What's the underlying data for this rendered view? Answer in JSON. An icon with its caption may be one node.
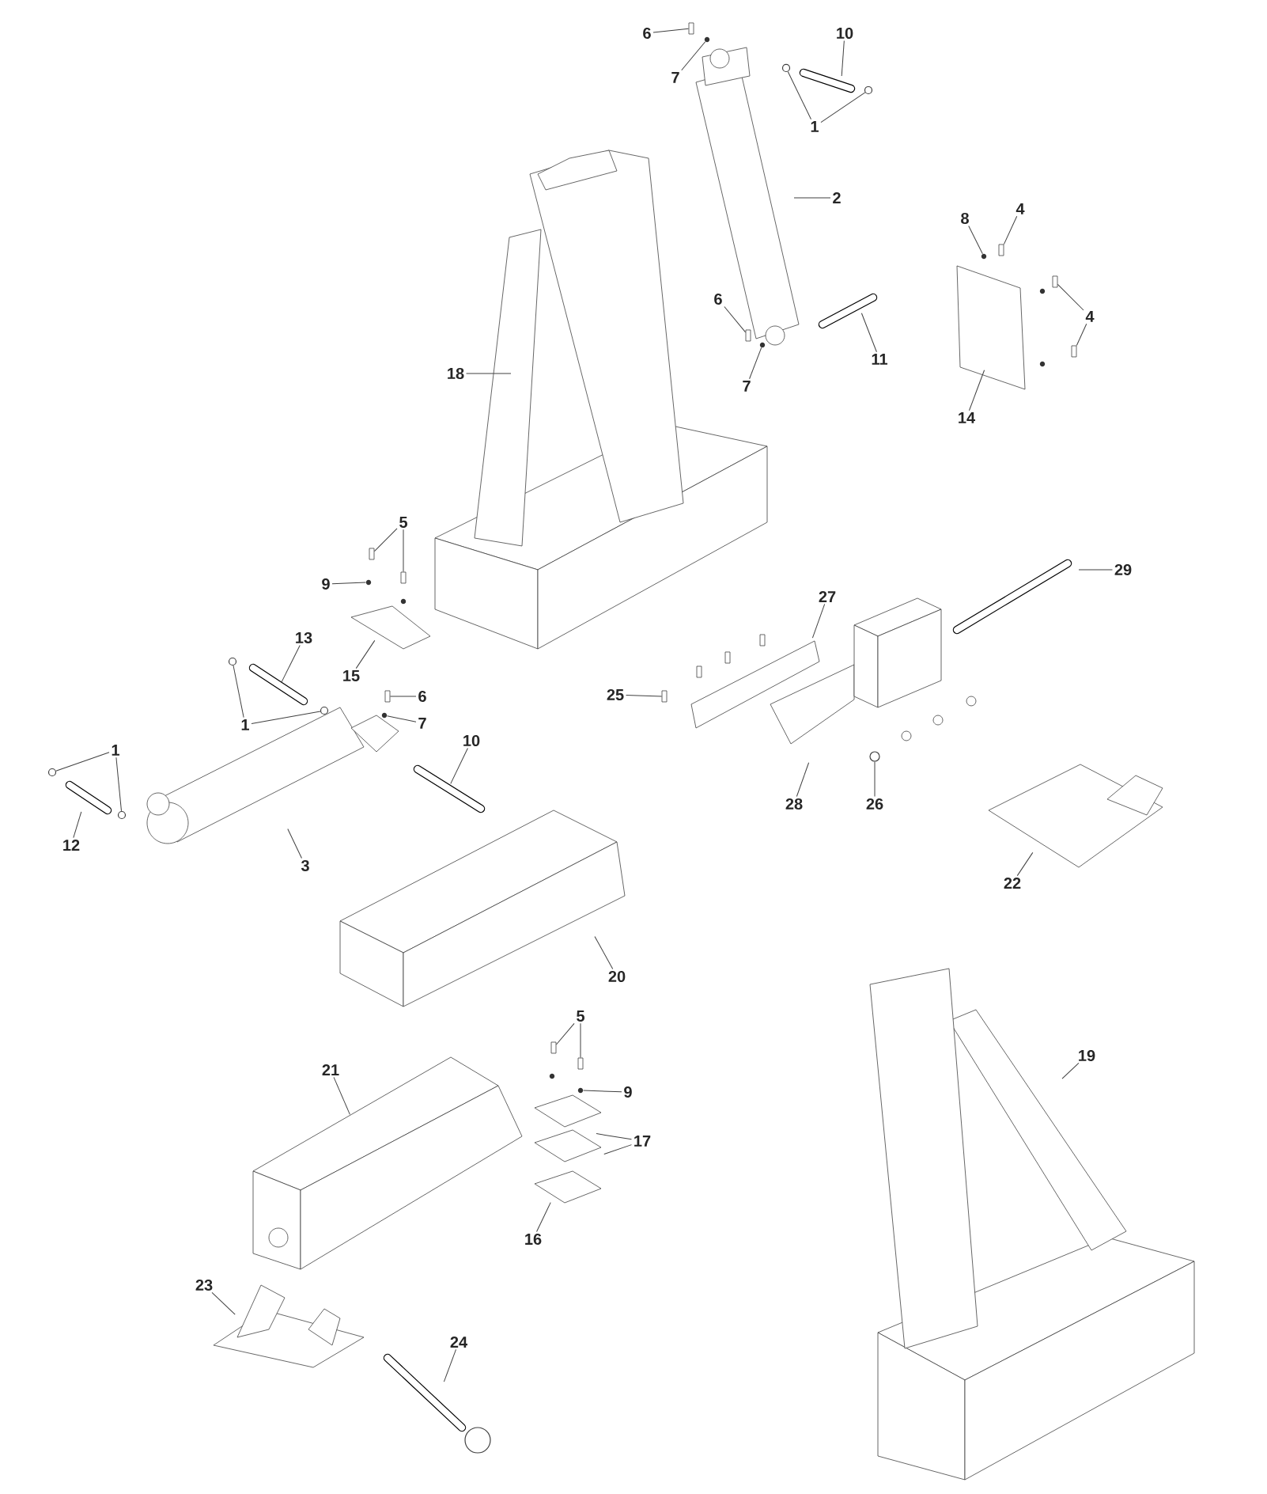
{
  "diagram": {
    "nodes": [
      {
        "text": [
          "6"
        ]
      },
      {
        "text": [
          "7"
        ]
      },
      {
        "text": [
          "10"
        ]
      },
      {
        "text": [
          "1"
        ]
      },
      {
        "text": [
          "2"
        ]
      },
      {
        "text": [
          "8"
        ]
      },
      {
        "text": [
          "4"
        ]
      },
      {
        "text": [
          "4"
        ]
      },
      {
        "text": [
          "6"
        ]
      },
      {
        "text": [
          "7"
        ]
      },
      {
        "text": [
          "11"
        ]
      },
      {
        "text": [
          "14"
        ]
      },
      {
        "text": [
          "18"
        ]
      },
      {
        "text": [
          "5"
        ]
      },
      {
        "text": [
          "9"
        ]
      },
      {
        "text": [
          "13"
        ]
      },
      {
        "text": [
          "15"
        ]
      },
      {
        "text": [
          "1"
        ]
      },
      {
        "text": [
          "6"
        ]
      },
      {
        "text": [
          "7"
        ]
      },
      {
        "text": [
          "10"
        ]
      },
      {
        "text": [
          "1"
        ]
      },
      {
        "text": [
          "12"
        ]
      },
      {
        "text": [
          "3"
        ]
      },
      {
        "text": [
          "29"
        ]
      },
      {
        "text": [
          "27"
        ]
      },
      {
        "text": [
          "25"
        ]
      },
      {
        "text": [
          "28"
        ]
      },
      {
        "text": [
          "26"
        ]
      },
      {
        "text": [
          "22"
        ]
      },
      {
        "text": [
          "20"
        ]
      },
      {
        "text": [
          "21"
        ]
      },
      {
        "text": [
          "5"
        ]
      },
      {
        "text": [
          "9"
        ]
      },
      {
        "text": [
          "17"
        ]
      },
      {
        "text": [
          "16"
        ]
      },
      {
        "text": [
          "19"
        ]
      },
      {
        "text": [
          "23"
        ]
      },
      {
        "text": [
          "24"
        ]
      },
      {
        "text": [],
        "shape": "bolt"
      },
      {
        "text": [],
        "shape": "dot"
      },
      {
        "text": [],
        "shape": "circle"
      },
      {
        "text": [],
        "shape": "circle"
      },
      {
        "text": [],
        "shape": "dot"
      },
      {
        "text": [],
        "shape": "bolt"
      },
      {
        "text": [],
        "shape": "bolt"
      },
      {
        "text": [],
        "shape": "bolt"
      },
      {
        "text": [],
        "shape": "bolt"
      },
      {
        "text": [],
        "shape": "dot"
      },
      {
        "text": [],
        "shape": "bolt"
      },
      {
        "text": [],
        "shape": "bolt"
      },
      {
        "text": [],
        "shape": "dot"
      },
      {
        "text": [],
        "shape": "circle"
      },
      {
        "text": [],
        "shape": "circle"
      },
      {
        "text": [],
        "shape": "bolt"
      },
      {
        "text": [],
        "shape": "dot"
      },
      {
        "text": [],
        "shape": "circle"
      },
      {
        "text": [],
        "shape": "circle"
      },
      {
        "text": [],
        "shape": "bolt"
      },
      {
        "text": [],
        "shape": "circle"
      },
      {
        "text": [],
        "shape": "bolt"
      },
      {
        "text": [],
        "shape": "bolt"
      },
      {
        "text": [],
        "shape": "dot"
      }
    ],
    "edges": [
      {
        "from": 0,
        "to": 39,
        "arrow": "none"
      },
      {
        "from": 1,
        "to": 40,
        "arrow": "none"
      },
      {
        "from": 2,
        "to": null,
        "arrow": "none"
      },
      {
        "from": 3,
        "to": 41,
        "arrow": "none"
      },
      {
        "from": 3,
        "to": 42,
        "arrow": "none"
      },
      {
        "from": 4,
        "to": null,
        "arrow": "none"
      },
      {
        "from": 5,
        "to": 43,
        "arrow": "none"
      },
      {
        "from": 6,
        "to": 44,
        "arrow": "none"
      },
      {
        "from": 7,
        "to": 45,
        "arrow": "none"
      },
      {
        "from": 7,
        "to": 46,
        "arrow": "none"
      },
      {
        "from": 8,
        "to": 47,
        "arrow": "none"
      },
      {
        "from": 9,
        "to": 48,
        "arrow": "none"
      },
      {
        "from": 10,
        "to": null,
        "arrow": "none"
      },
      {
        "from": 11,
        "to": null,
        "arrow": "none"
      },
      {
        "from": 12,
        "to": null,
        "arrow": "none"
      },
      {
        "from": 13,
        "to": 49,
        "arrow": "none"
      },
      {
        "from": 13,
        "to": 50,
        "arrow": "none"
      },
      {
        "from": 14,
        "to": 51,
        "arrow": "none"
      },
      {
        "from": 15,
        "to": null,
        "arrow": "none"
      },
      {
        "from": 16,
        "to": null,
        "arrow": "none"
      },
      {
        "from": 17,
        "to": 52,
        "arrow": "none"
      },
      {
        "from": 17,
        "to": 53,
        "arrow": "none"
      },
      {
        "from": 18,
        "to": 54,
        "arrow": "none"
      },
      {
        "from": 19,
        "to": 55,
        "arrow": "none"
      },
      {
        "from": 20,
        "to": null,
        "arrow": "none"
      },
      {
        "from": 21,
        "to": 56,
        "arrow": "none"
      },
      {
        "from": 21,
        "to": 57,
        "arrow": "none"
      },
      {
        "from": 22,
        "to": null,
        "arrow": "none"
      },
      {
        "from": 23,
        "to": null,
        "arrow": "none"
      },
      {
        "from": 24,
        "to": null,
        "arrow": "none"
      },
      {
        "from": 25,
        "to": null,
        "arrow": "none"
      },
      {
        "from": 26,
        "to": 58,
        "arrow": "none"
      },
      {
        "from": 27,
        "to": null,
        "arrow": "none"
      },
      {
        "from": 28,
        "to": 59,
        "arrow": "none"
      },
      {
        "from": 29,
        "to": null,
        "arrow": "none"
      },
      {
        "from": 30,
        "to": null,
        "arrow": "none"
      },
      {
        "from": 31,
        "to": null,
        "arrow": "none"
      },
      {
        "from": 32,
        "to": 60,
        "arrow": "none"
      },
      {
        "from": 32,
        "to": 61,
        "arrow": "none"
      },
      {
        "from": 33,
        "to": 62,
        "arrow": "none"
      },
      {
        "from": 34,
        "to": null,
        "arrow": "none"
      },
      {
        "from": 34,
        "to": null,
        "arrow": "none"
      },
      {
        "from": 35,
        "to": null,
        "arrow": "none"
      },
      {
        "from": 36,
        "to": null,
        "arrow": "none"
      },
      {
        "from": 37,
        "to": null,
        "arrow": "none"
      },
      {
        "from": 38,
        "to": null,
        "arrow": "none"
      }
    ]
  }
}
